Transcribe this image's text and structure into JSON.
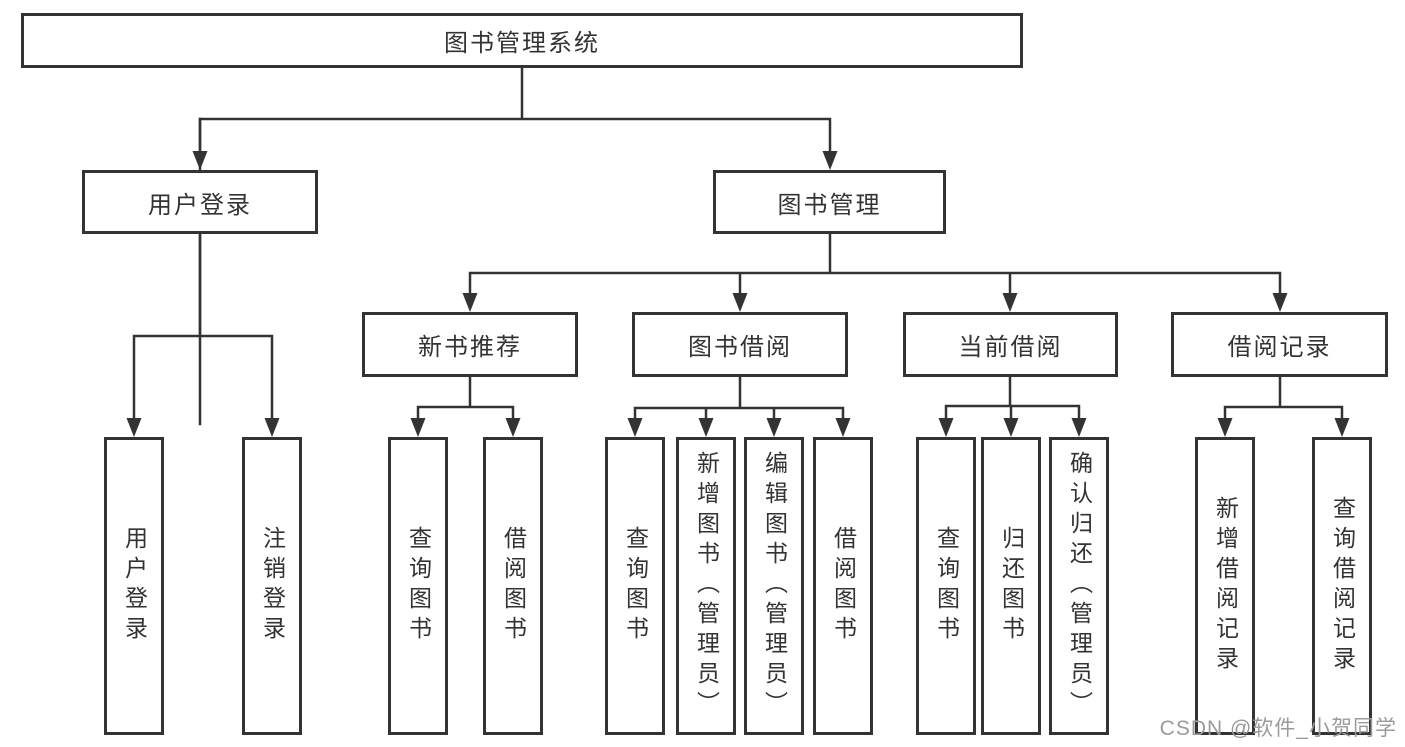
{
  "diagram": {
    "root": {
      "label": "图书管理系统"
    },
    "level2": [
      {
        "label": "用户登录"
      },
      {
        "label": "图书管理"
      }
    ],
    "level3": [
      {
        "label": "新书推荐"
      },
      {
        "label": "图书借阅"
      },
      {
        "label": "当前借阅"
      },
      {
        "label": "借阅记录"
      }
    ],
    "leaves": {
      "user_login": [
        {
          "label": "用户登录"
        },
        {
          "label": "注销登录"
        }
      ],
      "new_book": [
        {
          "label": "查询图书"
        },
        {
          "label": "借阅图书"
        }
      ],
      "book_borrow": [
        {
          "label": "查询图书"
        },
        {
          "label": "新增图书（管理员）"
        },
        {
          "label": "编辑图书（管理员）"
        },
        {
          "label": "借阅图书"
        }
      ],
      "current_borrow": [
        {
          "label": "查询图书"
        },
        {
          "label": "归还图书"
        },
        {
          "label": "确认归还（管理员）"
        }
      ],
      "borrow_record": [
        {
          "label": "新增借阅记录"
        },
        {
          "label": "查询借阅记录"
        }
      ]
    }
  },
  "watermark": {
    "text": "CSDN @软件_小贺同学"
  },
  "colors": {
    "line": "#333333",
    "text": "#333333",
    "box_background": "#ffffff",
    "page_background": "#ffffff",
    "watermark": "#9b9b9b"
  }
}
